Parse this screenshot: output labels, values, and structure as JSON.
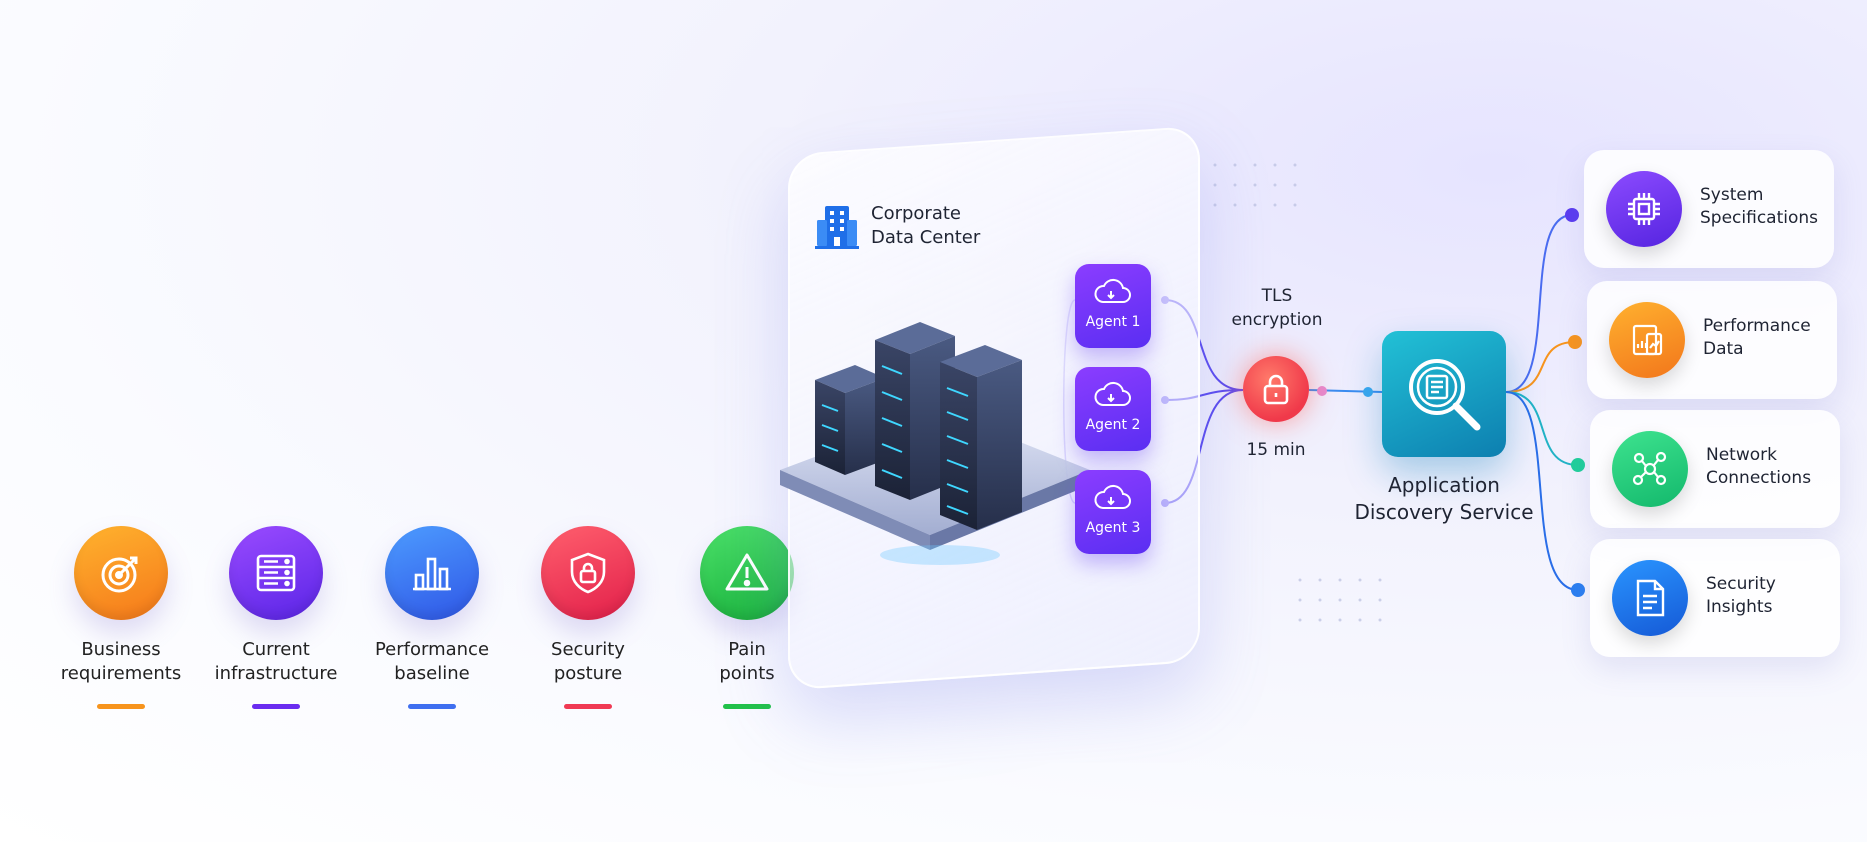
{
  "colors": {
    "orange": "#f7941d",
    "purple": "#6a2cf0",
    "blue": "#3f6ff0",
    "red": "#f03a54",
    "green": "#22c24a",
    "teal": "#16a3c6"
  },
  "categories": [
    {
      "label": "Business\nrequirements",
      "icon": "target-icon",
      "color": "#f7941d"
    },
    {
      "label": "Current\ninfrastructure",
      "icon": "server-rack-icon",
      "color": "#6a2cf0"
    },
    {
      "label": "Performance\nbaseline",
      "icon": "bar-chart-icon",
      "color": "#3f6ff0"
    },
    {
      "label": "Security\nposture",
      "icon": "shield-lock-icon",
      "color": "#f03a54"
    },
    {
      "label": "Pain\npoints",
      "icon": "warning-icon",
      "color": "#22c24a"
    }
  ],
  "data_center": {
    "title": "Corporate\nData Center",
    "icon": "building-icon",
    "agents": [
      {
        "label": "Agent 1",
        "icon": "cloud-sync-icon"
      },
      {
        "label": "Agent 2",
        "icon": "cloud-sync-icon"
      },
      {
        "label": "Agent 3",
        "icon": "cloud-sync-icon"
      }
    ]
  },
  "transport": {
    "label": "TLS\nencryption",
    "interval": "15 min",
    "icon": "lock-icon"
  },
  "service": {
    "label": "Application\nDiscovery Service",
    "icon": "magnifier-document-icon"
  },
  "outputs": [
    {
      "label": "System\nSpecifications",
      "icon": "cpu-chip-icon",
      "color": "#6a2cf0"
    },
    {
      "label": "Performance\nData",
      "icon": "performance-report-icon",
      "color": "#f7941d"
    },
    {
      "label": "Network\nConnections",
      "icon": "network-nodes-icon",
      "color": "#22c27a"
    },
    {
      "label": "Security\nInsights",
      "icon": "document-icon",
      "color": "#1f72e8"
    }
  ]
}
